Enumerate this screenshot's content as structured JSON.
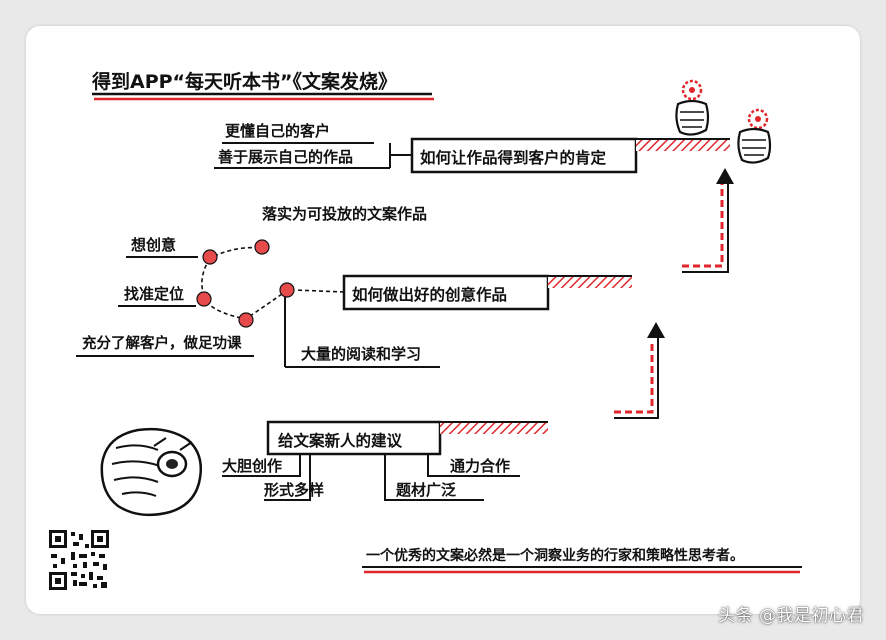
{
  "title": "得到APP“每天听本书”《文案发烧》",
  "colors": {
    "ink": "#111111",
    "accent": "#e0262b",
    "node": "#e64a4a"
  },
  "sections": {
    "top": {
      "heading": "如何让作品得到客户的肯定",
      "items": [
        "更懂自己的客户",
        "善于展示自己的作品"
      ]
    },
    "middle": {
      "heading": "如何做出好的创意作品",
      "chain": [
        "充分了解客户，做足功课",
        "找准定位",
        "想创意",
        "落实为可投放的文案作品"
      ],
      "side": "大量的阅读和学习"
    },
    "bottom": {
      "heading": "给文案新人的建议",
      "items": [
        "大胆创作",
        "形式多样",
        "题材广泛",
        "通力合作"
      ]
    }
  },
  "conclusion": "一个优秀的文案必然是一个洞察业务的行家和策略性思考者。",
  "watermark": "头条 @我是初心君",
  "icons": [
    "fist-icon",
    "pointing-hand-icon",
    "qr-code-icon",
    "arrow-up-icon"
  ]
}
